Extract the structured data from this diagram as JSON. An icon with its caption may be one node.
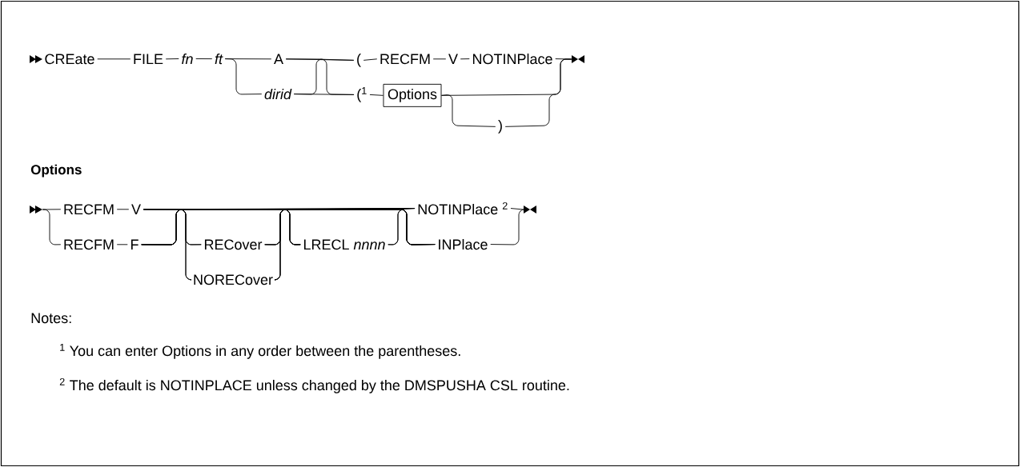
{
  "diagram": {
    "nodes": [
      {
        "text": [
          "CREate"
        ]
      },
      {
        "text": [
          "FILE"
        ]
      },
      {
        "text": [
          "fn"
        ]
      },
      {
        "text": [
          "ft"
        ]
      },
      {
        "text": [
          "A"
        ]
      },
      {
        "text": [
          "dirid"
        ]
      },
      {
        "text": [
          "("
        ]
      },
      {
        "text": [
          "RECFM"
        ]
      },
      {
        "text": [
          "V"
        ]
      },
      {
        "text": [
          "NOTINPlace"
        ]
      },
      {
        "text": [
          "($^{1}$"
        ]
      },
      {
        "text": [
          "Options"
        ]
      },
      {
        "text": [
          ")"
        ]
      },
      {
        "text": [
          "RECFM"
        ]
      },
      {
        "text": [
          "V"
        ]
      },
      {
        "text": [
          "RECFM"
        ]
      },
      {
        "text": [
          "F"
        ]
      },
      {
        "text": [
          "RECover"
        ]
      },
      {
        "text": [
          "NORECover"
        ]
      },
      {
        "text": [
          "LRECL *nnnn*"
        ]
      },
      {
        "text": [
          "NOTINPlace $^{2}$"
        ]
      },
      {
        "text": [
          "INPlace"
        ]
      },
      {
        "text": [],
        "shape": "triangle"
      },
      {
        "text": [],
        "shape": "triangle"
      },
      {
        "text": [],
        "shape": "triangle"
      }
    ],
    "edges": [
      {
        "from": 0,
        "to": 1,
        "arrow": "none"
      },
      {
        "from": 1,
        "to": 2,
        "arrow": "none"
      },
      {
        "from": 2,
        "to": 3,
        "arrow": "none"
      },
      {
        "from": 3,
        "to": 4,
        "arrow": "none"
      },
      {
        "from": 3,
        "to": 5,
        "arrow": "none"
      },
      {
        "from": 4,
        "to": 6,
        "arrow": "none"
      },
      {
        "from": 4,
        "to": 10,
        "arrow": "none"
      },
      {
        "from": 5,
        "to": 6,
        "arrow": "none"
      },
      {
        "from": 5,
        "to": 10,
        "arrow": "none"
      },
      {
        "from": 6,
        "to": 7,
        "arrow": "none"
      },
      {
        "from": 7,
        "to": 8,
        "arrow": "none"
      },
      {
        "from": 8,
        "to": 9,
        "arrow": "none"
      },
      {
        "from": 9,
        "to": 23,
        "arrow": "none"
      },
      {
        "from": 10,
        "to": 11,
        "arrow": "none"
      },
      {
        "from": 11,
        "to": 12,
        "arrow": "none"
      },
      {
        "from": 11,
        "to": 23,
        "arrow": "none"
      },
      {
        "from": 12,
        "to": 23,
        "arrow": "none"
      },
      {
        "from": 22,
        "to": 13,
        "arrow": "none"
      },
      {
        "from": 22,
        "to": 15,
        "arrow": "none"
      },
      {
        "from": 13,
        "to": 14,
        "arrow": "none"
      },
      {
        "from": 15,
        "to": 16,
        "arrow": "none"
      },
      {
        "from": 14,
        "to": 17,
        "arrow": "none"
      },
      {
        "from": 14,
        "to": 18,
        "arrow": "none"
      },
      {
        "from": 14,
        "to": 19,
        "arrow": "none"
      },
      {
        "from": 14,
        "to": 20,
        "arrow": "none"
      },
      {
        "from": 14,
        "to": 21,
        "arrow": "none"
      },
      {
        "from": 16,
        "to": 17,
        "arrow": "none"
      },
      {
        "from": 16,
        "to": 18,
        "arrow": "none"
      },
      {
        "from": 16,
        "to": 19,
        "arrow": "none"
      },
      {
        "from": 16,
        "to": 20,
        "arrow": "none"
      },
      {
        "from": 16,
        "to": 21,
        "arrow": "none"
      },
      {
        "from": 17,
        "to": 19,
        "arrow": "none"
      },
      {
        "from": 17,
        "to": 20,
        "arrow": "none"
      },
      {
        "from": 17,
        "to": 21,
        "arrow": "none"
      },
      {
        "from": 18,
        "to": 19,
        "arrow": "none"
      },
      {
        "from": 18,
        "to": 20,
        "arrow": "none"
      },
      {
        "from": 18,
        "to": 21,
        "arrow": "none"
      },
      {
        "from": 19,
        "to": 20,
        "arrow": "none"
      },
      {
        "from": 19,
        "to": 21,
        "arrow": "none"
      },
      {
        "from": 20,
        "to": 24,
        "arrow": "none"
      },
      {
        "from": 21,
        "to": 24,
        "arrow": "none"
      }
    ],
    "labels": [
      "Options",
      "Notes:",
      "$^{1}$ You can enter Options in any order between the parentheses.",
      "$^{2}$ The default is NOTINPLACE unless changed by the DMSPUSHA CSL routine."
    ]
  }
}
